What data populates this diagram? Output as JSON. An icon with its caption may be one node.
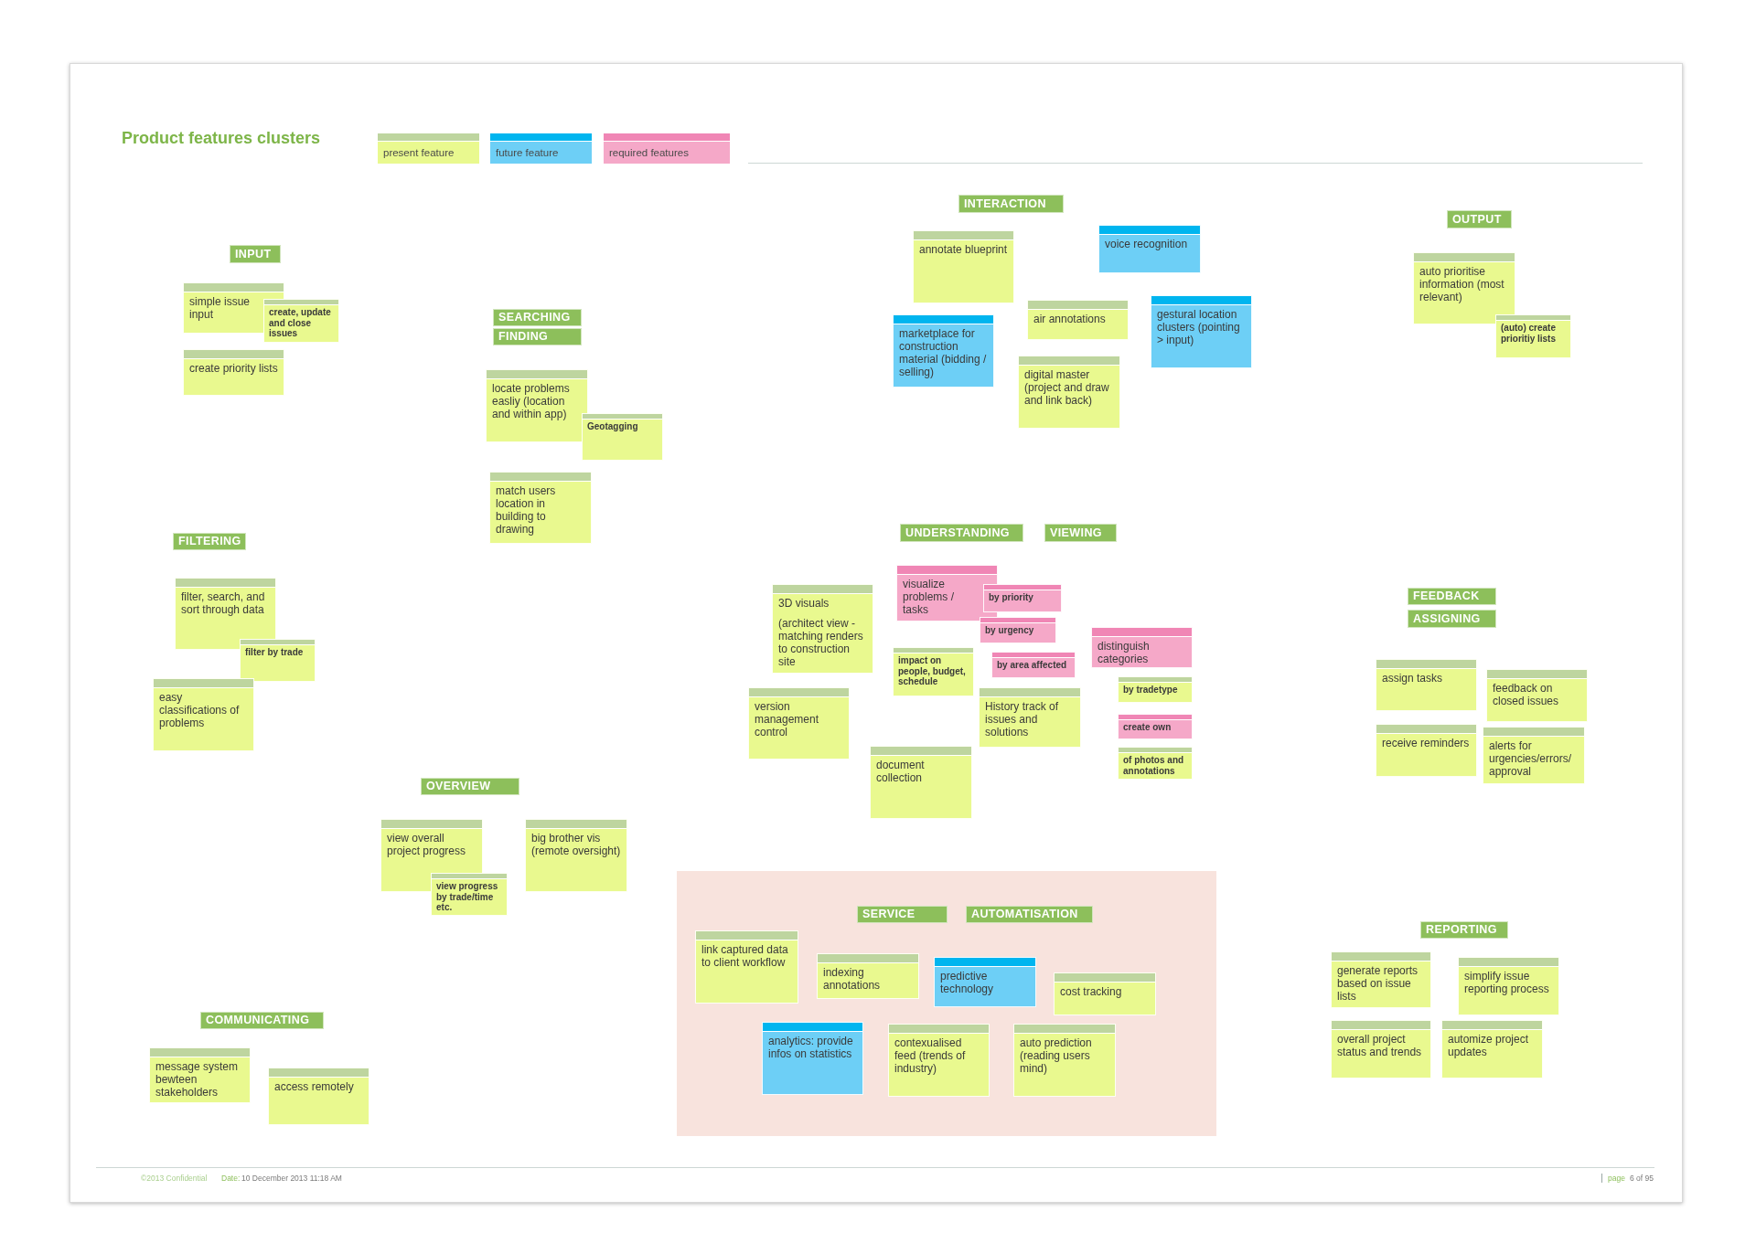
{
  "diagram": {
    "title": "Product features clusters",
    "nodes": [
      {
        "text": [
          "INPUT"
        ]
      },
      {
        "text": [
          "simple issue input"
        ]
      },
      {
        "text": [
          "create, update and close issues"
        ]
      },
      {
        "text": [
          "create priority lists"
        ]
      },
      {
        "text": [
          "SEARCHING"
        ]
      },
      {
        "text": [
          "FINDING"
        ]
      },
      {
        "text": [
          "locate problems easliy (location and within app)"
        ]
      },
      {
        "text": [
          "Geotagging"
        ]
      },
      {
        "text": [
          "match users location in building to drawing"
        ]
      },
      {
        "text": [
          "INTERACTION"
        ]
      },
      {
        "text": [
          "annotate blueprint"
        ]
      },
      {
        "text": [
          "voice recognition"
        ]
      },
      {
        "text": [
          "air annotations"
        ]
      },
      {
        "text": [
          "marketplace for construction material (bidding / selling)"
        ]
      },
      {
        "text": [
          "gestural location clusters (pointing > input)"
        ]
      },
      {
        "text": [
          "digital master (project and draw and link back)"
        ]
      },
      {
        "text": [
          "OUTPUT"
        ]
      },
      {
        "text": [
          "auto prioritise information (most relevant)"
        ]
      },
      {
        "text": [
          "(auto) create prioritiy lists"
        ]
      },
      {
        "text": [
          "FILTERING"
        ]
      },
      {
        "text": [
          "filter, search, and sort through data"
        ]
      },
      {
        "text": [
          "filter by trade"
        ]
      },
      {
        "text": [
          "easy classifications of problems"
        ]
      },
      {
        "text": [
          "UNDERSTANDING"
        ]
      },
      {
        "text": [
          "VIEWING"
        ]
      },
      {
        "text": [
          "3D visuals",
          "(architect view - matching renders to construction site"
        ]
      },
      {
        "text": [
          "visualize problems / tasks"
        ]
      },
      {
        "text": [
          "by priority"
        ]
      },
      {
        "text": [
          "by urgency"
        ]
      },
      {
        "text": [
          "impact on people, budget, schedule"
        ]
      },
      {
        "text": [
          "by area affected"
        ]
      },
      {
        "text": [
          "distinguish categories"
        ]
      },
      {
        "text": [
          "by tradetype"
        ]
      },
      {
        "text": [
          "create own"
        ]
      },
      {
        "text": [
          "of photos and annotations"
        ]
      },
      {
        "text": [
          "version management control"
        ]
      },
      {
        "text": [
          "History track of issues and solutions"
        ]
      },
      {
        "text": [
          "document collection"
        ]
      },
      {
        "text": [
          "FEEDBACK"
        ]
      },
      {
        "text": [
          "ASSIGNING"
        ]
      },
      {
        "text": [
          "assign tasks"
        ]
      },
      {
        "text": [
          "feedback on closed issues"
        ]
      },
      {
        "text": [
          "receive reminders"
        ]
      },
      {
        "text": [
          "alerts for urgencies/errors/ approval"
        ]
      },
      {
        "text": [
          "OVERVIEW"
        ]
      },
      {
        "text": [
          "view overall project progress"
        ]
      },
      {
        "text": [
          "view progress by trade/time etc."
        ]
      },
      {
        "text": [
          "big brother vis (remote oversight)"
        ]
      },
      {
        "text": [],
        "shape": "box"
      },
      {
        "text": [
          "SERVICE"
        ],
        "in": 48
      },
      {
        "text": [
          "AUTOMATISATION"
        ],
        "in": 48
      },
      {
        "text": [
          "link captured data to client workflow"
        ],
        "in": 48
      },
      {
        "text": [
          "indexing annotations"
        ],
        "in": 48
      },
      {
        "text": [
          "predictive technology"
        ],
        "in": 48
      },
      {
        "text": [
          "cost tracking"
        ],
        "in": 48
      },
      {
        "text": [
          "analytics: provide infos on statistics"
        ],
        "in": 48
      },
      {
        "text": [
          "contexualised feed (trends of industry)"
        ],
        "in": 48
      },
      {
        "text": [
          "auto prediction (reading users mind)"
        ],
        "in": 48
      },
      {
        "text": [
          "REPORTING"
        ]
      },
      {
        "text": [
          "generate reports based on issue lists"
        ]
      },
      {
        "text": [
          "simplify issue reporting process"
        ]
      },
      {
        "text": [
          "overall project status and trends"
        ]
      },
      {
        "text": [
          "automize project updates"
        ]
      },
      {
        "text": [
          "COMMUNICATING"
        ]
      },
      {
        "text": [
          "message system bewteen stakeholders"
        ]
      },
      {
        "text": [
          "access remotely"
        ]
      }
    ],
    "labels": [
      "©2013 Confidential",
      "Date:",
      "10 December 2013 11:18 AM",
      "page",
      "6 of 95"
    ],
    "legend": [
      {
        "text": "present feature",
        "color": "#e9f98f"
      },
      {
        "text": "future feature",
        "color": "#6dcff6"
      },
      {
        "text": "required features",
        "color": "#f5a8c8"
      }
    ]
  }
}
